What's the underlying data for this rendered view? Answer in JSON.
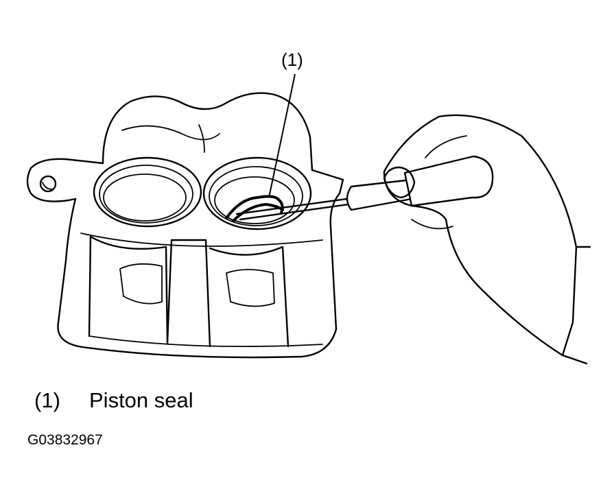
{
  "callouts": [
    {
      "label": "(1)"
    }
  ],
  "legend": [
    {
      "number": "(1)",
      "text": "Piston seal"
    }
  ],
  "figure_code": "G03832967"
}
